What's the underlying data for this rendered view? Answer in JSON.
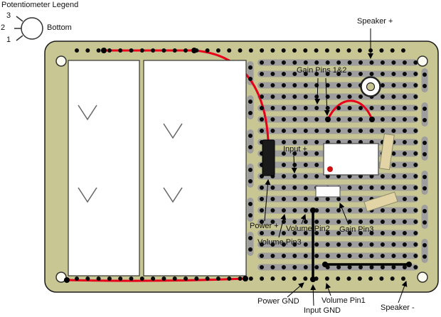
{
  "legend": {
    "title": "Potentiometer Legend",
    "pins": [
      "3",
      "2",
      "1"
    ],
    "view_label": "Bottom"
  },
  "annotations": {
    "speaker_plus": "Speaker +",
    "gain_pins_1_2": "Gain Pins 1&2",
    "input_plus": "Input +",
    "power_plus": "Power +",
    "volume_pin3": "Volume Pin3",
    "volume_pin2": "Volume Pin2",
    "gain_pin3": "Gain Pin3",
    "power_gnd": "Power GND",
    "input_gnd": "Input GND",
    "volume_pin1": "Volume Pin1",
    "speaker_minus": "Speaker -"
  },
  "colors": {
    "board": "#c8c693",
    "strip": "#9e9e9e",
    "hole": "#0b0b0b",
    "wire_red": "#e8001b",
    "wire_black": "#000000",
    "resistor_tan": "#e2d4a4",
    "capacitor_black": "#1a1a1a",
    "pin1_marker": "#cc1111",
    "pot_body": "#ffffff"
  }
}
